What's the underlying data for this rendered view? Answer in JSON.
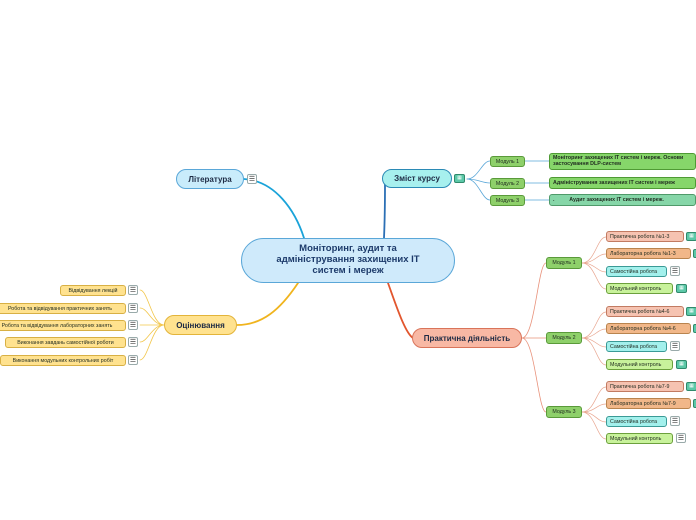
{
  "central": {
    "title": "Моніторинг, аудит та адміністрування захищених ІТ систем і мереж"
  },
  "branches": {
    "literature": "Література",
    "evaluation": "Оцінювання",
    "course_content": "Зміст курсу",
    "practice": "Практична діяльність"
  },
  "evaluation_items": [
    "Відвідування лекцій",
    "Робота та відвідування практичних занять",
    "Робота та відвідування лабораторних занять",
    "Виконання завдань самостійної роботи",
    "Виконання модульних контрольних робіт"
  ],
  "course_modules": [
    {
      "label": "Модуль 1",
      "topic": "Моніторинг захищених ІТ систем і мереж. Основи застосування DLP-систем"
    },
    {
      "label": "Модуль 2",
      "topic": "Адміністрування захищених ІТ систем і мереж"
    },
    {
      "label": "Модуль 3",
      "topic": ".          Аудит захищених ІТ систем і мереж."
    }
  ],
  "practice_modules": [
    {
      "label": "Модуль 1",
      "items": [
        "Практична робота №1-3",
        "Лабораторна робота №1-3",
        "Самостійна робота",
        "Модульний контроль"
      ]
    },
    {
      "label": "Модуль 2",
      "items": [
        "Практична робота №4-6",
        "Лабораторна робота №4-6",
        "Самостійна робота",
        "Модульний контроль"
      ]
    },
    {
      "label": "Модуль 3",
      "items": [
        "Практична робота №7-9",
        "Лабораторна робота №7-9",
        "Самостійна робота",
        "Модульний контроль"
      ]
    }
  ],
  "icons": {
    "notes": "notes-icon",
    "sheet": "spreadsheet-icon"
  },
  "colors": {
    "literature": "#5aa7d8",
    "evaluation": "#e3b43a",
    "content": "#2b6fb5",
    "practice": "#e2562e"
  }
}
